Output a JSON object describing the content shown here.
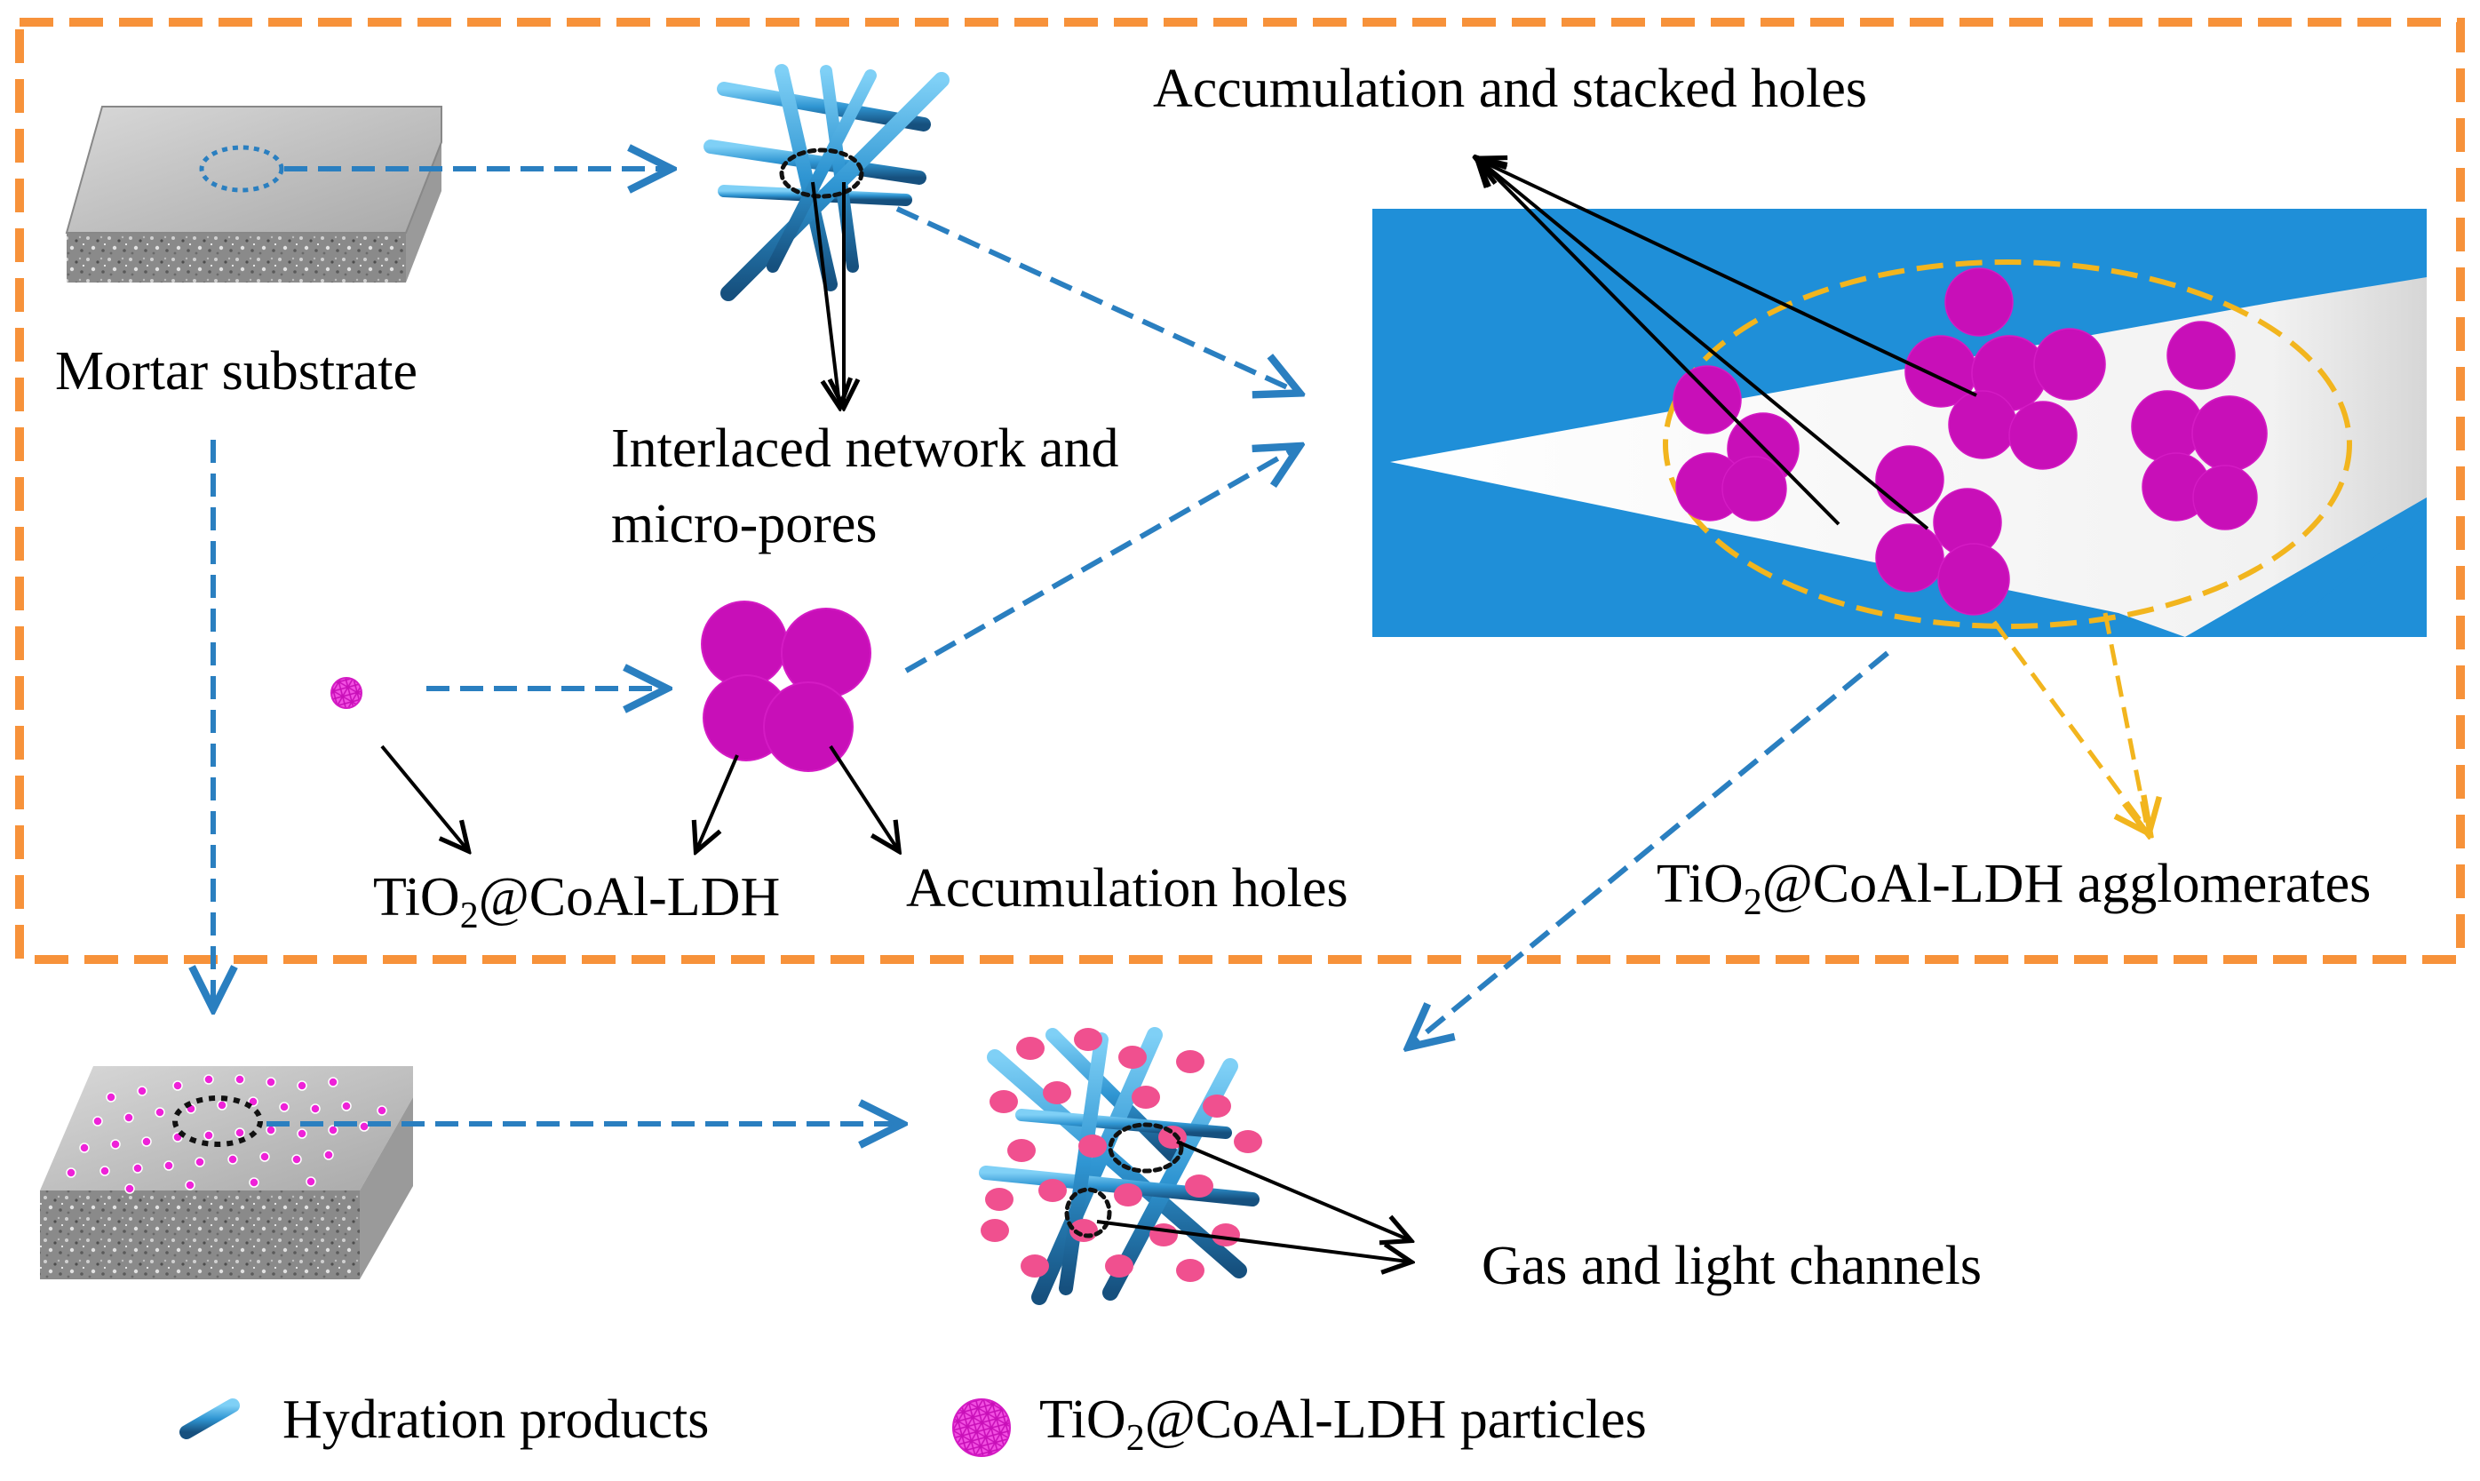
{
  "labels": {
    "mortar_substrate": "Mortar substrate",
    "interlaced_line1": "Interlaced network and",
    "interlaced_line2": "micro-pores",
    "accumulation_stacked": "Accumulation and stacked holes",
    "tio2_prefix": "TiO",
    "tio2_sub": "2",
    "tio2_suffix": "@CoAl-LDH",
    "accumulation_holes": "Accumulation holes",
    "agglomerates_prefix": "TiO",
    "agglomerates_sub": "2",
    "agglomerates_suffix": "@CoAl-LDH agglomerates",
    "gas_light": "Gas and light channels"
  },
  "legend": {
    "hydration_products": "Hydration products",
    "particles_prefix": "TiO",
    "particles_sub": "2",
    "particles_suffix": "@CoAl-LDH particles"
  },
  "colors": {
    "frame_orange": "#f7923a",
    "arrow_blue": "#2a7fc0",
    "rod_blue": "#3a9fd8",
    "magenta": "#ee22d8",
    "pink_dot": "#f0508f",
    "gold_dashed": "#f2b51e",
    "panel_blue": "#1f8fd8"
  }
}
